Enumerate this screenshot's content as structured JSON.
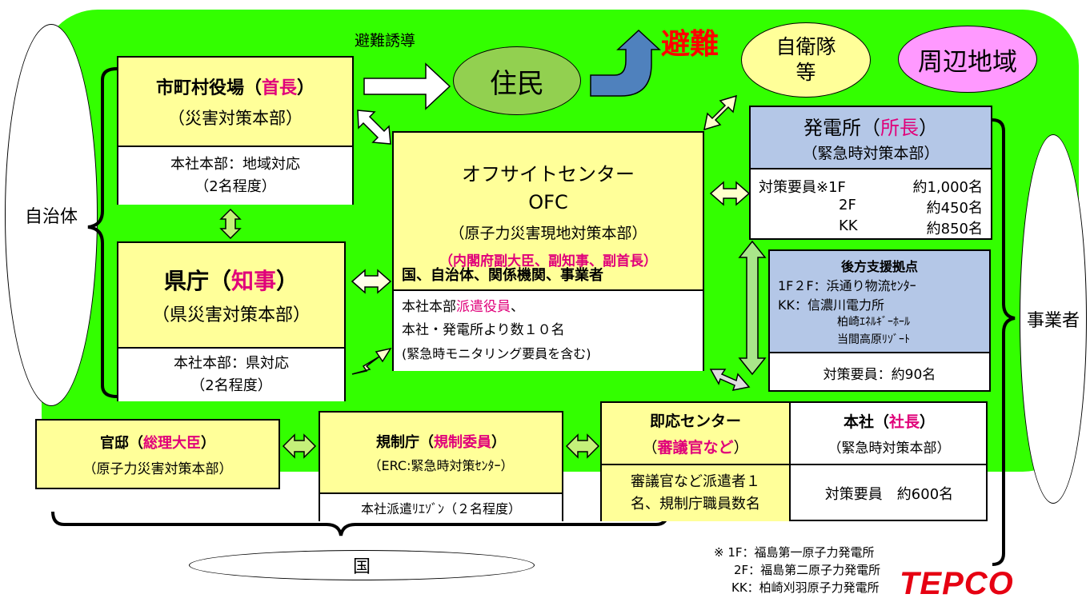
{
  "evac_guidance": "避難誘導",
  "evacuation": "避難",
  "residents": "住民",
  "sdf": "自衛隊\n等",
  "surrounding_area": "周辺地域",
  "local_gov": "自治体",
  "operator": "事業者",
  "national": "国",
  "municipal": {
    "title": "市町村役場",
    "head": "首長",
    "sub": "（災害対策本部）",
    "hq": "本社本部：地域対応",
    "count": "（2名程度）"
  },
  "prefecture": {
    "title": "県庁",
    "head": "知事",
    "sub": "（県災害対策本部）",
    "hq": "本社本部：県対応",
    "count": "（2名程度）"
  },
  "ofc": {
    "title": "オフサイトセンター",
    "abbr": "OFC",
    "sub": "（原子力災害現地対策本部）",
    "officials": "（内閣府副大臣、副知事、副首長）",
    "members": "国、自治体、関係機関、事業者",
    "dispatch_prefix": "本社本部",
    "dispatch_role": "派遣役員",
    "dispatch_suffix": "、",
    "line2": "本社・発電所より数１０名",
    "line3": "(緊急時モニタリング要員を含む)"
  },
  "plant": {
    "title": "発電所",
    "head": "所長",
    "sub": "（緊急時対策本部）",
    "staff_label": "対策要員※1F",
    "staff_1f": "約1,000名",
    "label_2f": "2F",
    "staff_2f": "約450名",
    "label_kk": "KK",
    "staff_kk": "約850名"
  },
  "backup": {
    "title": "後方支援拠点",
    "line1": "1F２F：浜通り物流ｾﾝﾀｰ",
    "line2": "KK：信濃川電力所",
    "line3": "柏崎ｴﾈﾙｷﾞｰﾎｰﾙ",
    "line4": "当間高原ﾘｿﾞｰﾄ",
    "staff": "対策要員：約90名"
  },
  "kantei": {
    "title": "官邸",
    "head": "総理大臣",
    "sub": "（原子力災害対策本部）"
  },
  "nra": {
    "title": "規制庁",
    "head": "規制委員",
    "sub": "（ERC:緊急時対策ｾﾝﾀｰ）",
    "liaison": "本社派遣ﾘｴｿﾞﾝ（２名程度）"
  },
  "response_center": {
    "title": "即応センター",
    "who": "審議官など",
    "line1": "審議官など派遣者１",
    "line2": "名、規制庁職員数名"
  },
  "head_office": {
    "title": "本社",
    "head": "社長",
    "sub": "（緊急時対策本部）",
    "staff": "対策要員　約600名"
  },
  "notes": {
    "n1": "※ 1F：福島第一原子力発電所",
    "n2": "2F：福島第二原子力発電所",
    "n3": "KK：柏崎刈羽原子力発電所"
  },
  "logo": "TEPCO",
  "colors": {
    "green": "#33ff00",
    "yellow": "#ffff99",
    "blue": "#b4c7e7",
    "magenta": "#e0007a",
    "red": "#ff0000",
    "tepco_red": "#e60012"
  }
}
